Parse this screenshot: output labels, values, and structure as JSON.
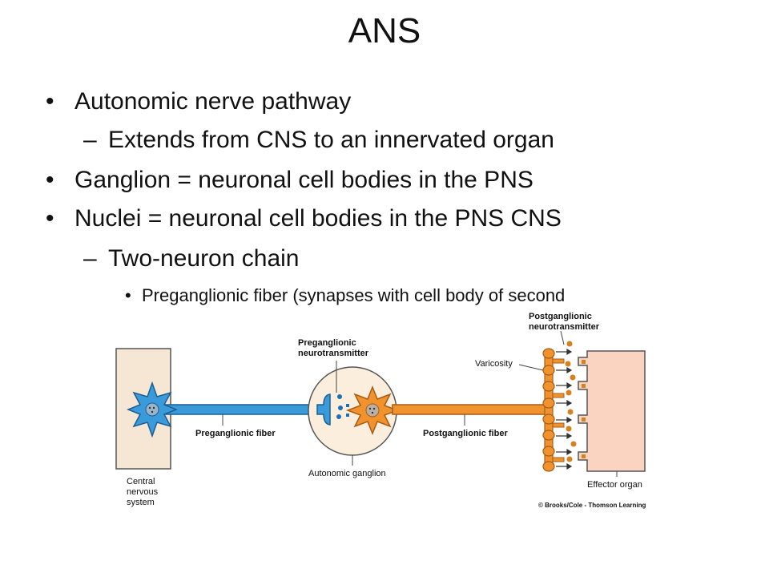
{
  "slide": {
    "title": "ANS",
    "bullets": [
      {
        "marker": "•",
        "text": "Autonomic nerve pathway"
      },
      {
        "marker": "–",
        "text": "Extends from CNS to an innervated organ"
      },
      {
        "marker": "•",
        "text": "Ganglion =  neuronal cell bodies in the PNS"
      },
      {
        "marker": "•",
        "text": "Nuclei = neuronal cell bodies in the PNS CNS"
      },
      {
        "marker": "–",
        "text": "Two-neuron chain"
      },
      {
        "marker": "•",
        "text": "Preganglionic fiber (synapses with cell body of second"
      }
    ]
  },
  "diagram": {
    "labels": {
      "central_nervous_system": [
        "Central",
        "nervous",
        "system"
      ],
      "preganglionic_fiber": "Preganglionic fiber",
      "preganglionic_neurotransmitter": [
        "Preganglionic",
        "neurotransmitter"
      ],
      "autonomic_ganglion": "Autonomic ganglion",
      "postganglionic_fiber": "Postganglionic fiber",
      "postganglionic_neurotransmitter": [
        "Postganglionic",
        "neurotransmitter"
      ],
      "varicosity": "Varicosity",
      "effector_organ": "Effector organ",
      "copyright": "© Brooks/Cole - Thomson Learning"
    },
    "colors": {
      "cns_panel": "#f6e7d4",
      "ganglion": "#fbeedd",
      "effector": "#fad4c0",
      "pre_neuron": "#3b9ad9",
      "post_neuron": "#f0922e",
      "pre_transmitter": "#1f6fb4",
      "post_transmitter": "#d6801f"
    }
  }
}
